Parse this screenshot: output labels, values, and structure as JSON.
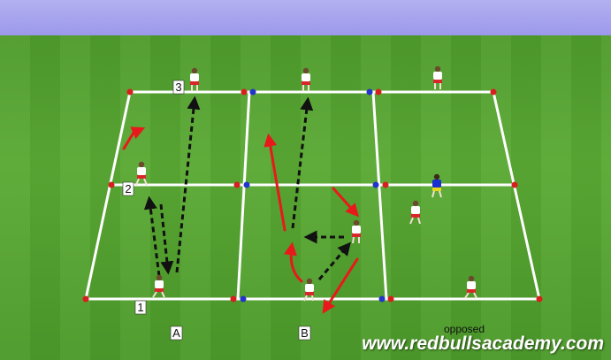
{
  "labels": {
    "player_1": "1",
    "player_2": "2",
    "player_3": "3",
    "grid_a": "A",
    "grid_b": "B",
    "grid_c": "opposed"
  },
  "watermark": "www.redbullsacademy.com",
  "colors": {
    "sky": "#a5a2ee",
    "grass": "#56a530",
    "line": "#ffffff",
    "cone_red": "#d81f1f",
    "cone_blue": "#2234c9",
    "run_arrow": "#e8191b",
    "pass_arrow": "#111111",
    "player_shirt": "#ffffff",
    "player_shorts": "#d8262a",
    "opponent_shirt": "#1a2fd0",
    "opponent_shorts": "#e8d81a"
  },
  "icons": {
    "cone": "cone-icon",
    "player": "player-icon"
  }
}
